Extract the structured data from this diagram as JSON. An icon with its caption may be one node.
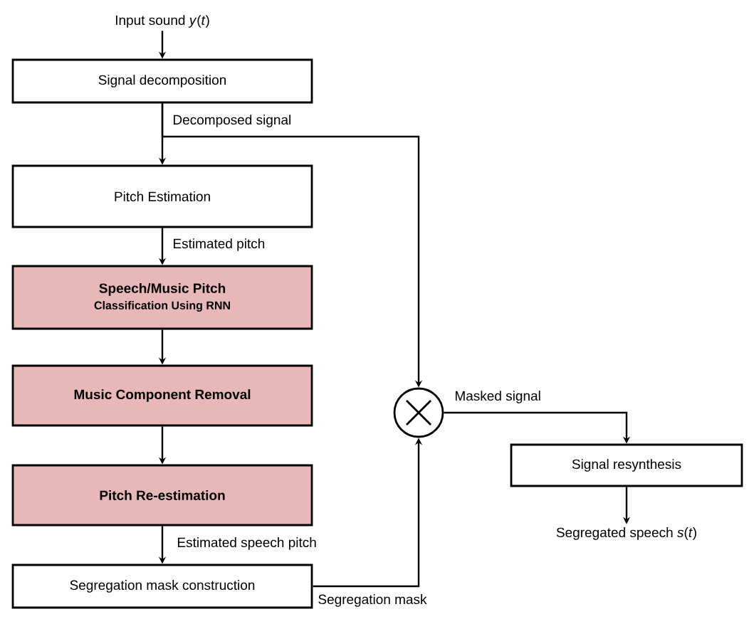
{
  "diagram": {
    "nodes": [
      {
        "text": [
          "Input sound *y*(*t*)"
        ]
      },
      {
        "text": [
          "Signal decomposition"
        ]
      },
      {
        "text": [
          "Pitch Estimation"
        ]
      },
      {
        "text": [
          "Speech/Music Pitch",
          "Classification Using RNN"
        ]
      },
      {
        "text": [
          "Music Component Removal"
        ]
      },
      {
        "text": [
          "Pitch Re-estimation"
        ]
      },
      {
        "text": [
          "Segregation mask construction"
        ]
      },
      {
        "text": [],
        "shape": "circle"
      },
      {
        "text": [
          "Signal resynthesis"
        ]
      },
      {
        "text": [
          "Segregated speech *s*(*t*)"
        ]
      }
    ],
    "edges": [
      {
        "from": 0,
        "to": 1,
        "arrow": "to"
      },
      {
        "from": 1,
        "to": 2,
        "arrow": "to",
        "label": "Decomposed signal"
      },
      {
        "from": 1,
        "to": 7,
        "arrow": "to"
      },
      {
        "from": 2,
        "to": 3,
        "arrow": "to",
        "label": "Estimated pitch"
      },
      {
        "from": 3,
        "to": 4,
        "arrow": "to"
      },
      {
        "from": 4,
        "to": 5,
        "arrow": "to"
      },
      {
        "from": 5,
        "to": 6,
        "arrow": "to",
        "label": "Estimated speech pitch"
      },
      {
        "from": 6,
        "to": 7,
        "arrow": "to",
        "label": "Segregation mask"
      },
      {
        "from": 7,
        "to": 8,
        "arrow": "to",
        "label": "Masked signal"
      },
      {
        "from": 8,
        "to": 9,
        "arrow": "to"
      }
    ]
  }
}
